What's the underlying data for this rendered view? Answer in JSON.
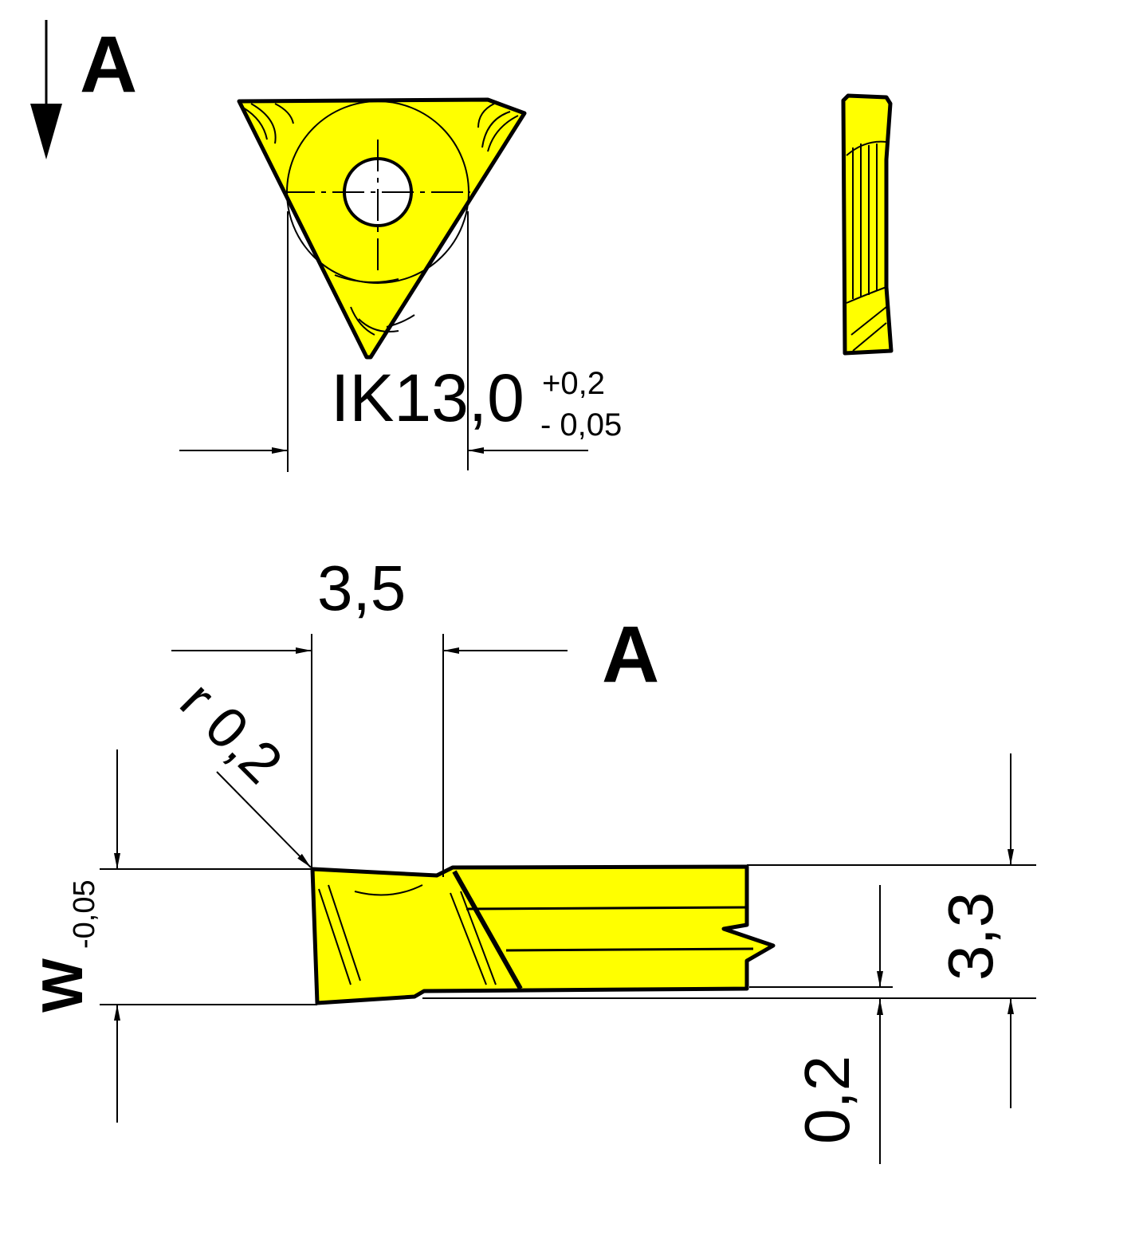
{
  "section_letter": "A",
  "ik": {
    "value": "IK13,0",
    "upper_tol": "+0,2",
    "lower_tol": "- 0,05"
  },
  "dim_width": "3,5",
  "radius": "r 0,2",
  "w_label": "W",
  "w_tol": "-0,05",
  "dim_height": "3,3",
  "dim_offset": "0,2",
  "colors": {
    "insert": "#ffff00",
    "line": "#000000"
  }
}
